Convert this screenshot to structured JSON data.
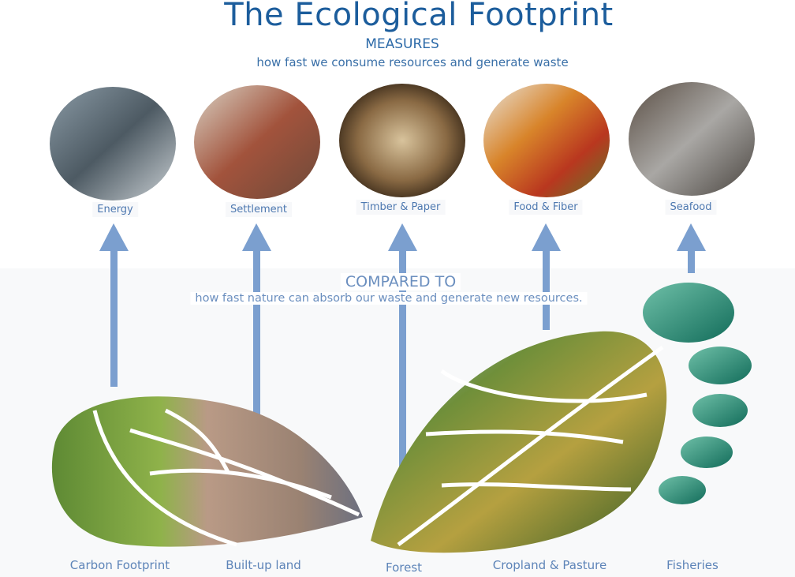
{
  "header": {
    "title": "The Ecological Footprint",
    "measures": "MEASURES",
    "measures_sub": "how fast we consume resources and generate waste"
  },
  "consumption": [
    {
      "label": "Energy",
      "image": "traffic-jam-photo"
    },
    {
      "label": "Settlement",
      "image": "town-rooftops-photo"
    },
    {
      "label": "Timber & Paper",
      "image": "log-ends-photo"
    },
    {
      "label": "Food & Fiber",
      "image": "market-produce-photo"
    },
    {
      "label": "Seafood",
      "image": "fish-net-photo"
    }
  ],
  "compared": {
    "title": "COMPARED TO",
    "sub": "how fast nature can absorb our waste and generate new resources."
  },
  "land_types": [
    "Carbon Footprint",
    "Built-up land",
    "Forest",
    "Cropland & Pasture",
    "Fisheries"
  ],
  "colors": {
    "title": "#1c5d9c",
    "arrow": "#7b9fcf",
    "label": "#5d84b8"
  }
}
